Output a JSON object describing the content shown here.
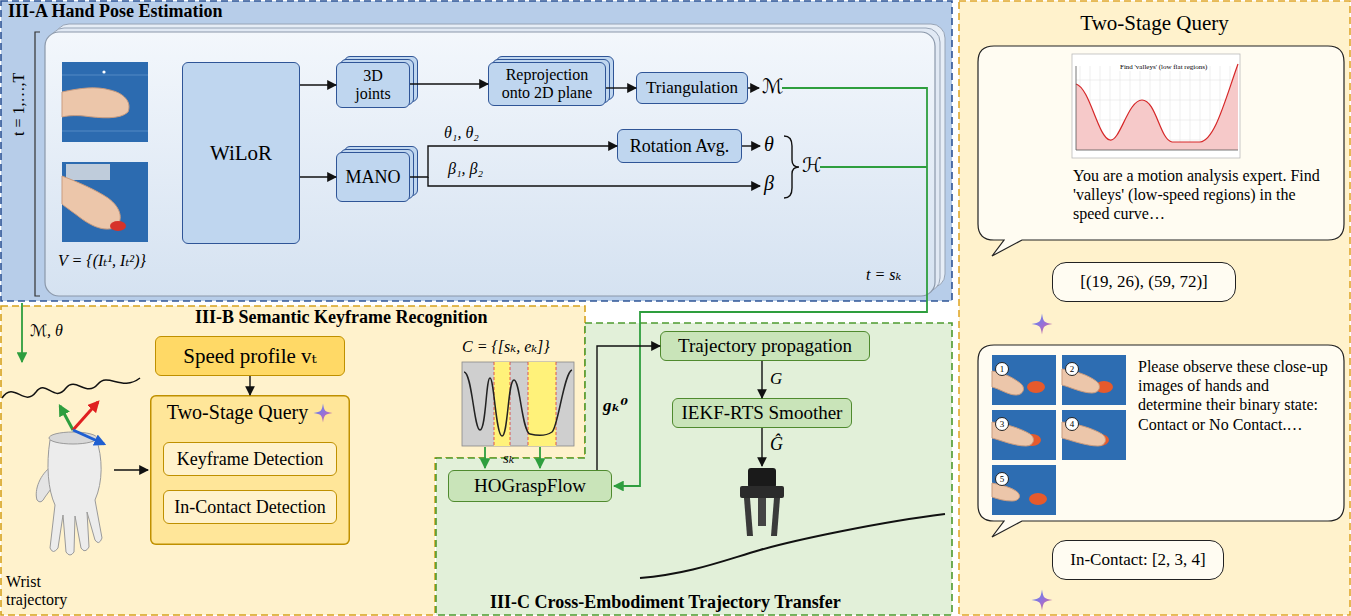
{
  "diagram": {
    "nodes": [
      {
        "text": [
          "III-A Hand Pose Estimation"
        ]
      },
      {
        "text": [
          "WiLoR"
        ],
        "in": 0
      },
      {
        "text": [
          "3D joints"
        ],
        "in": 0
      },
      {
        "text": [
          "Reprojection onto 2D plane"
        ],
        "in": 0
      },
      {
        "text": [
          "Triangulation"
        ],
        "in": 0
      },
      {
        "text": [
          "MANO"
        ],
        "in": 0
      },
      {
        "text": [
          "Rotation Avg."
        ],
        "in": 0
      },
      {
        "text": [
          "III-B Semantic Keyframe Recognition"
        ]
      },
      {
        "text": [
          "Speed profile vₜ"
        ],
        "in": 7
      },
      {
        "text": [
          "Two-Stage Query"
        ],
        "in": 7
      },
      {
        "text": [
          "Keyframe Detection"
        ],
        "in": 9
      },
      {
        "text": [
          "In-Contact Detection"
        ],
        "in": 9
      },
      {
        "text": [
          "III-C Cross-Embodiment Trajectory Transfer"
        ]
      },
      {
        "text": [
          "HOGraspFlow"
        ],
        "in": 12
      },
      {
        "text": [
          "Trajectory propagation"
        ],
        "in": 12
      },
      {
        "text": [
          "IEKF-RTS Smoother"
        ],
        "in": 12
      },
      {
        "text": [
          "Two-Stage Query"
        ]
      },
      {
        "text": [
          "You are a motion analysis expert. Find 'valleys' (low-speed regions) in the speed curve…"
        ],
        "in": 16
      },
      {
        "text": [
          "[(19, 26), (59, 72)]"
        ],
        "in": 16
      },
      {
        "text": [
          "Please observe these close-up images of hands and determine their binary state: Contact or No Contact.…"
        ],
        "in": 16
      },
      {
        "text": [
          "In-Contact: [2, 3, 4]"
        ],
        "in": 16
      }
    ],
    "edges": [
      {
        "from": 1,
        "to": 2,
        "arrow": "to"
      },
      {
        "from": 1,
        "to": 5,
        "arrow": "to"
      },
      {
        "from": 2,
        "to": 3,
        "arrow": "to"
      },
      {
        "from": 3,
        "to": 4,
        "arrow": "to"
      },
      {
        "from": 5,
        "to": 6,
        "label": "θ₁, θ₂",
        "arrow": "to"
      },
      {
        "from": 8,
        "to": 9,
        "arrow": "to"
      },
      {
        "from": 13,
        "to": 14,
        "label": "gₖ⁰",
        "arrow": "to"
      },
      {
        "from": 14,
        "to": 15,
        "label": "G",
        "arrow": "to"
      }
    ],
    "labels": [
      "t = 1,…,T",
      "V = {(Iₜ¹, Iₜ²)}",
      "ℳ",
      "θ",
      "β",
      "β₁, β₂",
      "ℋ",
      "t = sₖ",
      "ℳ, θ",
      "Wrist trajectory",
      "C = {[sₖ, eₖ]}",
      "sₖ",
      "Ĝ",
      "Find 'valleys' (low flat regions)",
      "1",
      "2",
      "3",
      "4",
      "5"
    ]
  }
}
